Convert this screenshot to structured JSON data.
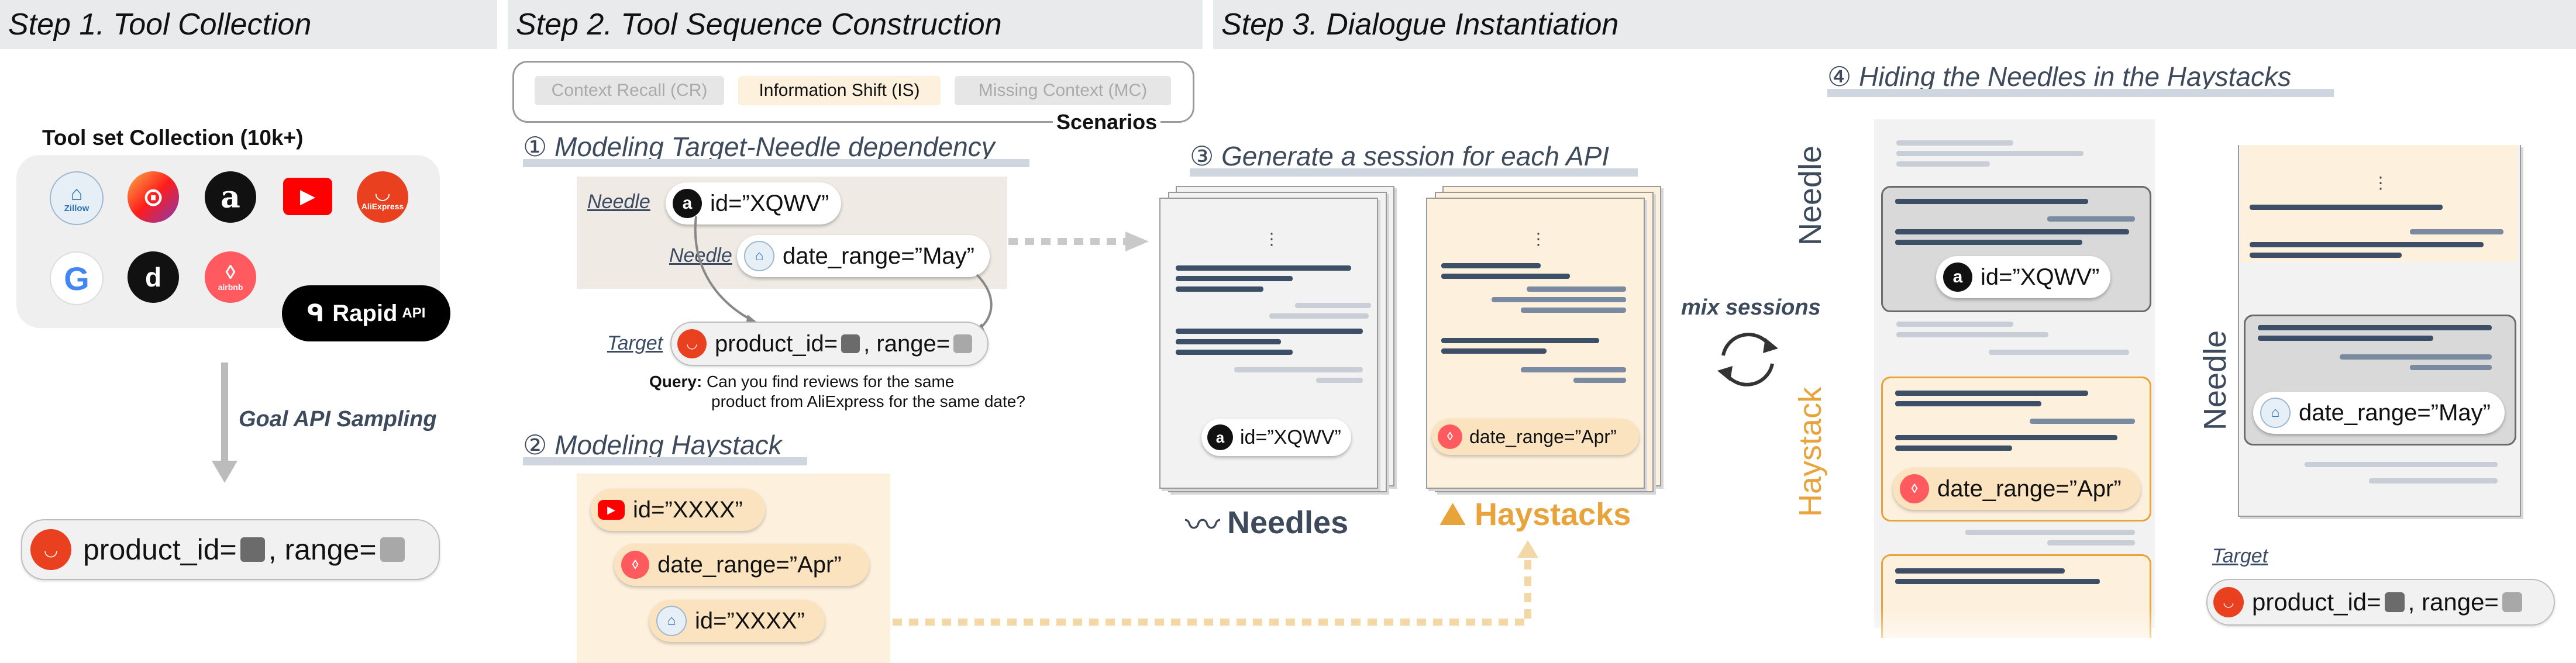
{
  "steps": {
    "step1": "Step 1. Tool Collection",
    "step2": "Step 2. Tool Sequence Construction",
    "step3": "Step 3. Dialogue Instantiation"
  },
  "step1": {
    "toolset_title": "Tool set Collection (10k+)",
    "icons": [
      "zillow-icon",
      "instagram-icon",
      "amazon-icon",
      "youtube-icon",
      "aliexpress-icon",
      "google-icon",
      "doordash-icon",
      "airbnb-icon"
    ],
    "rapidapi_label": "Rapid",
    "rapidapi_suffix": "API",
    "sampling_label": "Goal API Sampling",
    "goal_call": {
      "param1": "product_id=",
      "param2": ", range="
    },
    "zillow_text": "Zillow",
    "ali_text": "AliExpress",
    "airbnb_text": "airbnb"
  },
  "step2": {
    "scenarios": [
      "Context Recall (CR)",
      "Information Shift (IS)",
      "Missing Context (MC)"
    ],
    "scenarios_label": "Scenarios",
    "section1_title": "Modeling Target-Needle dependency",
    "section1_num": "①",
    "needle_label": "Needle",
    "needle2_label": "Needle",
    "target_label": "Target",
    "needle_call": "id=”XQWV”",
    "needle2_call": "date_range=”May”",
    "target_call": {
      "param1": "product_id=",
      "param2": ", range="
    },
    "query_label": "Query:",
    "query_text_1": "Can you find reviews for the same",
    "query_text_2": "product from AliExpress for the same date?",
    "section2_title": "Modeling Haystack",
    "section2_num": "②",
    "haystack_calls": [
      "id=”XXXX”",
      "date_range=”Apr”",
      "id=”XXXX”"
    ]
  },
  "step3": {
    "section3_num": "③",
    "section3_title": "Generate a session for each API",
    "needle_doc_call": "id=”XQWV”",
    "haystack_doc_call": "date_range=”Apr”",
    "needles_label": "Needles",
    "haystacks_label": "Haystacks",
    "mix_label": "mix sessions",
    "section4_num": "④",
    "section4_title": "Hiding the Needles in the Haystacks",
    "vert_needle": "Needle",
    "vert_haystack": "Haystack",
    "vert_needle2": "Needle",
    "mix_needle_call": "id=”XQWV”",
    "mix_haystack_call": "date_range=”Apr”",
    "right_needle_call": "date_range=”May”",
    "target_label": "Target",
    "target_call": {
      "param1": "product_id=",
      "param2": ", range="
    },
    "ellipsis": "⋮"
  },
  "colors": {
    "header_bg": "#e9eaeb",
    "needle_box": "#efebe4",
    "haystack_box": "#fdf0dc",
    "haystack_orange": "#e8a33a",
    "title_slate": "#3d4a5c"
  }
}
